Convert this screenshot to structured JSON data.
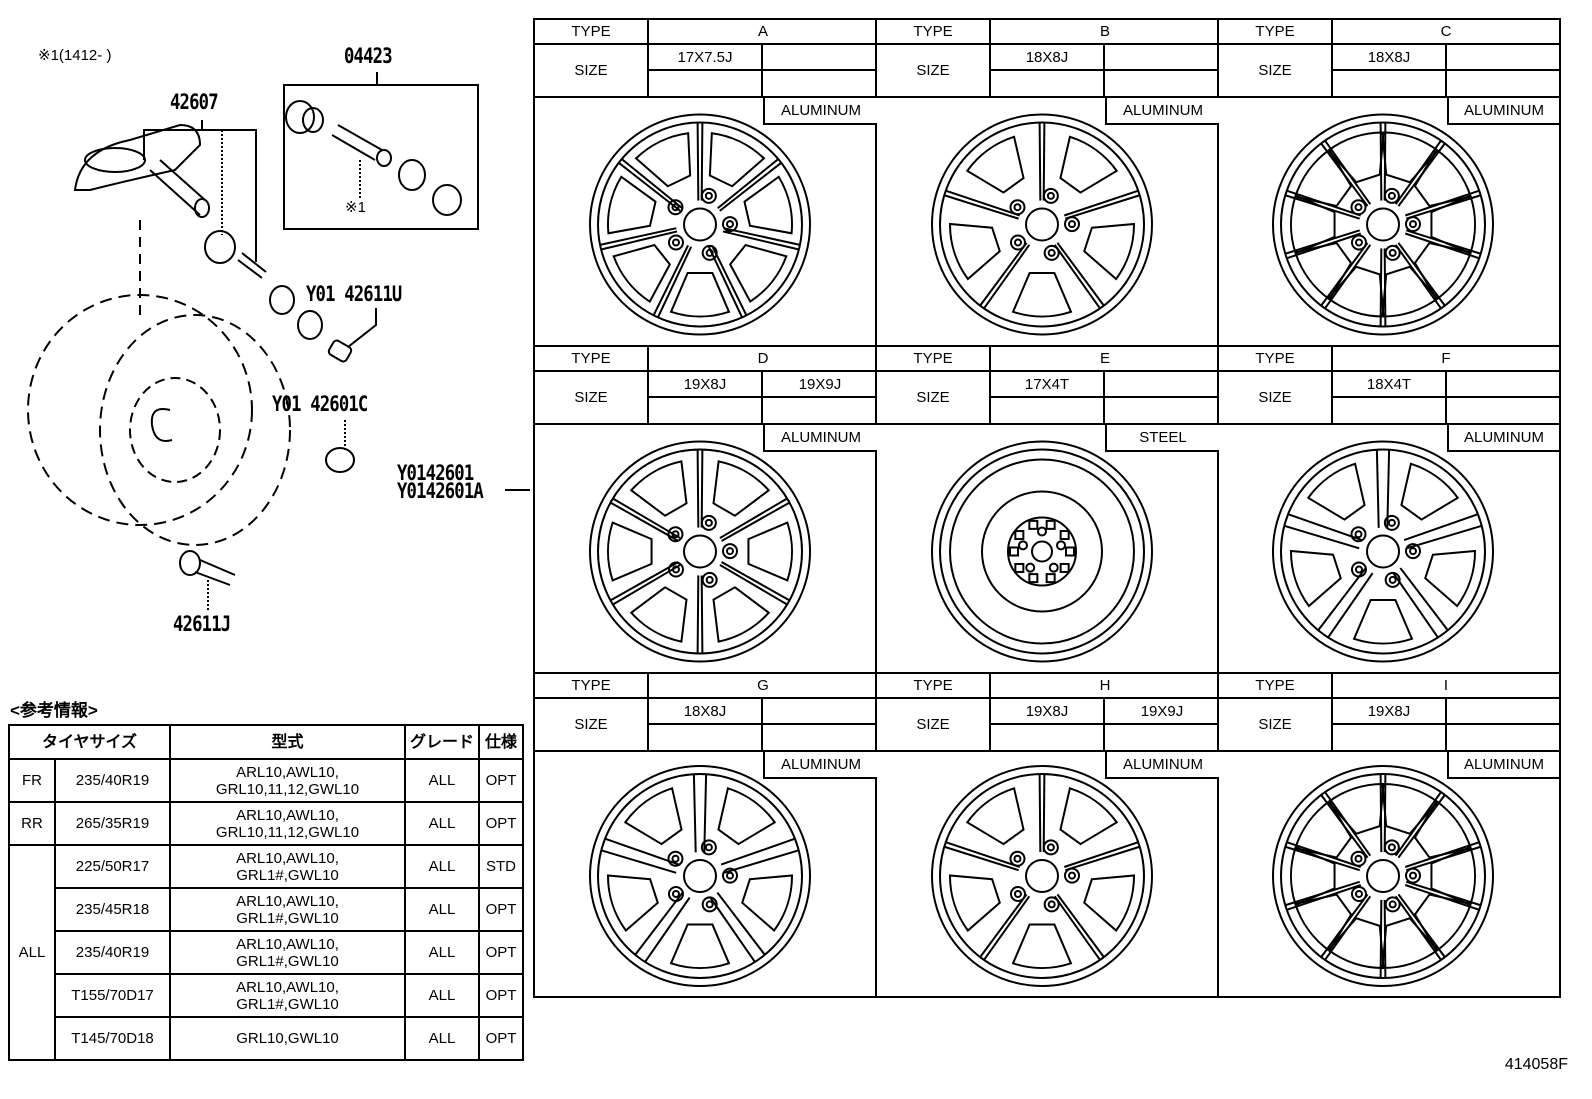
{
  "diagram": {
    "title_note": "※1(1412-      )",
    "doc_code": "414058F",
    "part_labels": [
      {
        "id": "04423",
        "text": "04423"
      },
      {
        "id": "42607",
        "text": "42607"
      },
      {
        "id": "note1",
        "text": "※1"
      },
      {
        "id": "42611U",
        "text": "Y01 42611U"
      },
      {
        "id": "42601C",
        "text": "Y01 42601C"
      },
      {
        "id": "42601",
        "text": "Y0142601"
      },
      {
        "id": "42601A",
        "text": "Y0142601A"
      },
      {
        "id": "42611J",
        "text": "42611J"
      }
    ]
  },
  "wheel_grid": {
    "type_label": "TYPE",
    "size_label": "SIZE",
    "wheels": [
      {
        "type": "A",
        "size1": "17X7.5J",
        "size2": "",
        "material": "ALUMINUM",
        "style": "split-7"
      },
      {
        "type": "B",
        "size1": "18X8J",
        "size2": "",
        "material": "ALUMINUM",
        "style": "split-5"
      },
      {
        "type": "C",
        "size1": "18X8J",
        "size2": "",
        "material": "ALUMINUM",
        "style": "mesh-10"
      },
      {
        "type": "D",
        "size1": "19X8J",
        "size2": "19X9J",
        "material": "ALUMINUM",
        "style": "split-6"
      },
      {
        "type": "E",
        "size1": "17X4T",
        "size2": "",
        "material": "STEEL",
        "style": "steel"
      },
      {
        "type": "F",
        "size1": "18X4T",
        "size2": "",
        "material": "ALUMINUM",
        "style": "spoke-5"
      },
      {
        "type": "G",
        "size1": "18X8J",
        "size2": "",
        "material": "ALUMINUM",
        "style": "spoke-5w"
      },
      {
        "type": "H",
        "size1": "19X8J",
        "size2": "19X9J",
        "material": "ALUMINUM",
        "style": "split-5"
      },
      {
        "type": "I",
        "size1": "19X8J",
        "size2": "",
        "material": "ALUMINUM",
        "style": "mesh-10"
      }
    ]
  },
  "reference": {
    "title": "<参考情報>",
    "headers": {
      "tire_size": "タイヤサイズ",
      "model": "型式",
      "grade": "グレード",
      "spec": "仕様"
    },
    "rows": [
      {
        "pos": "FR",
        "size": "235/40R19",
        "model1": "ARL10,AWL10,",
        "model2": "GRL10,11,12,GWL10",
        "grade": "ALL",
        "spec": "OPT"
      },
      {
        "pos": "RR",
        "size": "265/35R19",
        "model1": "ARL10,AWL10,",
        "model2": "GRL10,11,12,GWL10",
        "grade": "ALL",
        "spec": "OPT"
      },
      {
        "pos": "ALL",
        "size": "225/50R17",
        "model1": "ARL10,AWL10,",
        "model2": "GRL1#,GWL10",
        "grade": "ALL",
        "spec": "STD"
      },
      {
        "pos": "",
        "size": "235/45R18",
        "model1": "ARL10,AWL10,",
        "model2": "GRL1#,GWL10",
        "grade": "ALL",
        "spec": "OPT"
      },
      {
        "pos": "",
        "size": "235/40R19",
        "model1": "ARL10,AWL10,",
        "model2": "GRL1#,GWL10",
        "grade": "ALL",
        "spec": "OPT"
      },
      {
        "pos": "",
        "size": "T155/70D17",
        "model1": "ARL10,AWL10,",
        "model2": "GRL1#,GWL10",
        "grade": "ALL",
        "spec": "OPT"
      },
      {
        "pos": "",
        "size": "T145/70D18",
        "model1": "GRL10,GWL10",
        "model2": "",
        "grade": "ALL",
        "spec": "OPT"
      }
    ]
  }
}
